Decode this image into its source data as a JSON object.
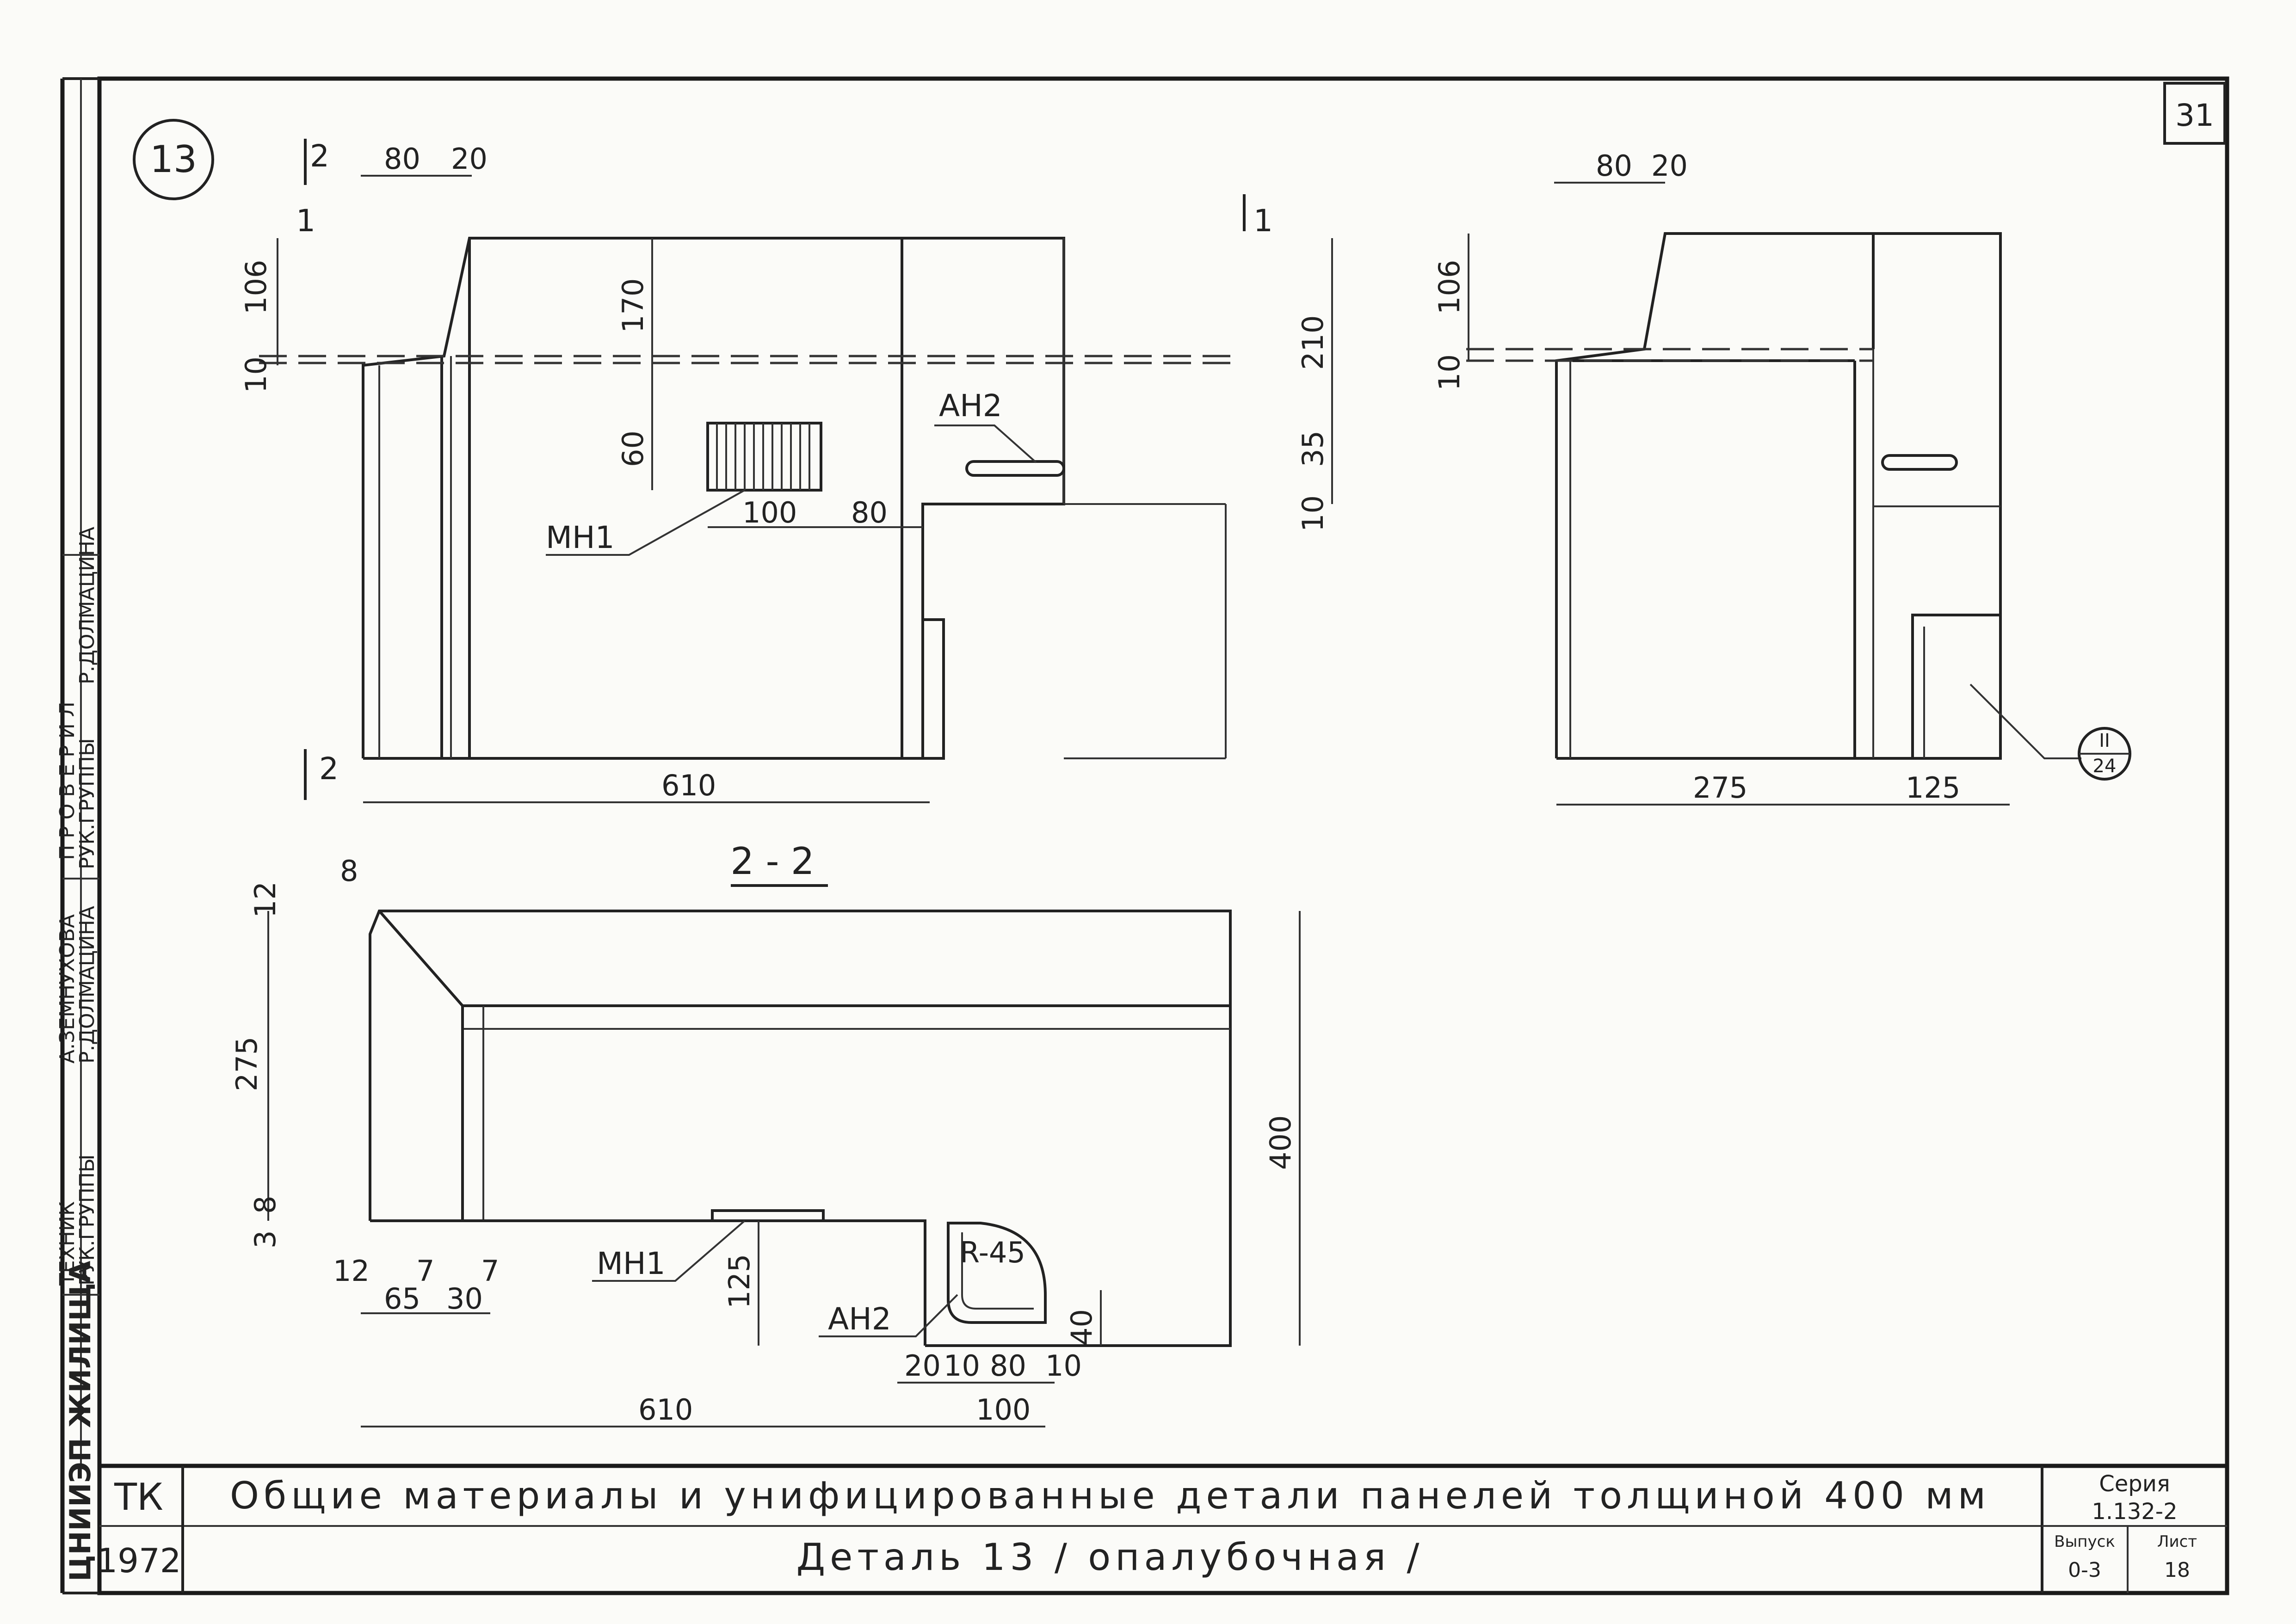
{
  "sheet": {
    "sheet_number": "31",
    "detail_marker": "13",
    "org_stamp": "ЦНИИЭП ЖИЛИЩА",
    "org_code": "ТК",
    "year": "1972",
    "title_main": "Общие материалы и унифицированные детали панелей толщиной 400 мм",
    "title_sub": "Деталь 13 / опалубочная /",
    "series_label": "Серия",
    "series_value": "1.132-2",
    "issue_label": "Выпуск",
    "issue_value": "0-3",
    "sheet_label": "Лист",
    "sheet_value": "18"
  },
  "signatures": {
    "checked_label": "ПРОВЕРИЛ",
    "rows": [
      {
        "role": "РУК.ГРУППЫ",
        "name": "Р.ДОЛМАЦИНА"
      },
      {
        "role": "РУК.ГРУППЫ",
        "name": "Р.ДОЛМАЦИНА"
      },
      {
        "role": "ТЕХНИК",
        "name": "А.ЗЕМНУХОВА"
      }
    ]
  },
  "front_view": {
    "section_marks": [
      "1",
      "2"
    ],
    "dims": [
      "80",
      "20",
      "106",
      "10",
      "170",
      "60",
      "100",
      "80",
      "210",
      "35",
      "10",
      "610"
    ],
    "labels": {
      "mn1": "МН1",
      "an2": "АН2"
    }
  },
  "side_view": {
    "dims": [
      "80",
      "20",
      "106",
      "10",
      "275",
      "125"
    ],
    "reference": {
      "top": "II",
      "bottom": "24"
    }
  },
  "section_2_2": {
    "title": "2 - 2",
    "dims": [
      "8",
      "12",
      "275",
      "8",
      "3",
      "400",
      "12",
      "7",
      "7",
      "65",
      "30",
      "125",
      "R-45",
      "40",
      "20",
      "10",
      "80",
      "10",
      "610",
      "100"
    ],
    "labels": {
      "mn1": "МН1",
      "an2": "АН2"
    }
  }
}
